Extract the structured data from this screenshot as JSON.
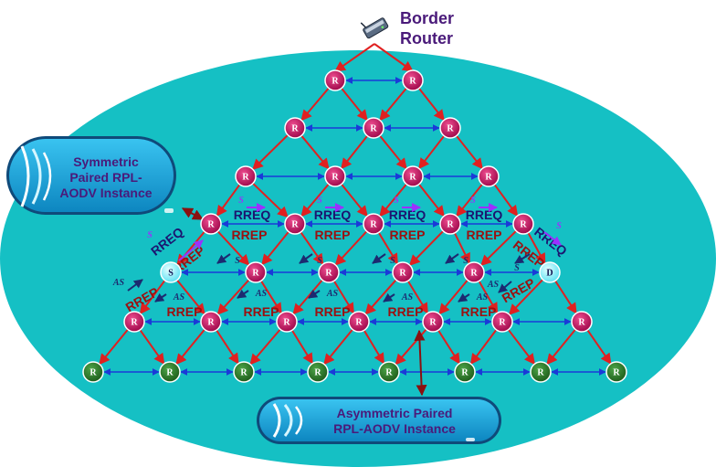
{
  "border_router": {
    "line1": "Border",
    "line2": "Router",
    "icon": "router-icon"
  },
  "instances": {
    "symmetric": {
      "lines": [
        "Symmetric",
        "Paired RPL-",
        "AODV Instance"
      ]
    },
    "asymmetric": {
      "lines": [
        "Asymmetric Paired",
        "RPL-AODV Instance"
      ]
    }
  },
  "node_labels": {
    "router": "R",
    "source": "S",
    "destination": "D"
  },
  "messages": {
    "rreq": "RREQ",
    "rrep": "RREP",
    "s": "S",
    "as": "AS"
  },
  "colors": {
    "background_ellipse": "#15c0c4",
    "router_node": "#c4105f",
    "leaf_node": "#2e7a2a",
    "source_dest_node": "#9ff3ff",
    "dag_edge": "#e02020",
    "sibling_link": "#1a3ad8",
    "rreq_text": "#1c1470",
    "rrep_text": "#9b1010",
    "s_arrow": "#9b30ff",
    "as_arrow": "#1c2a70",
    "instance_fill": "#16a6d8"
  }
}
